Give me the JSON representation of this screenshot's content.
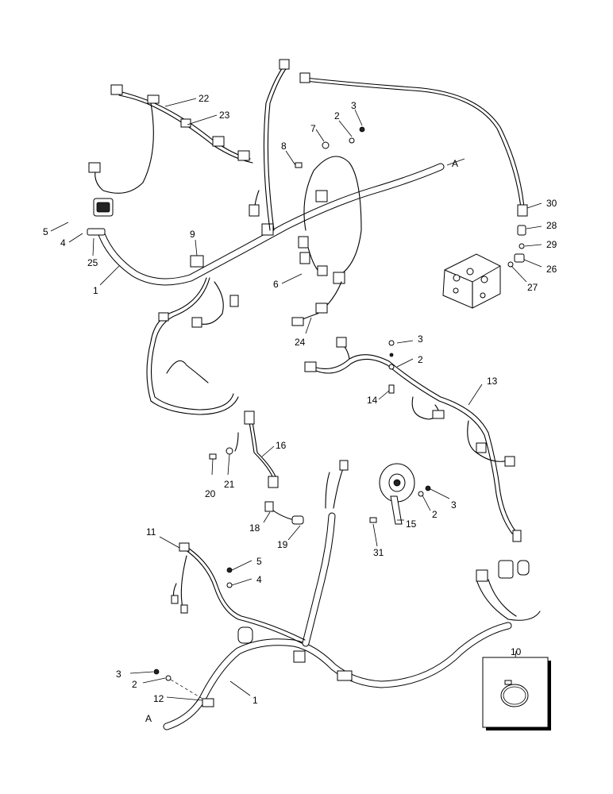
{
  "callouts": [
    {
      "id": "c22",
      "text": "22"
    },
    {
      "id": "c23",
      "text": "23"
    },
    {
      "id": "c2a",
      "text": "2"
    },
    {
      "id": "c3a",
      "text": "3"
    },
    {
      "id": "c7",
      "text": "7"
    },
    {
      "id": "c8",
      "text": "8"
    },
    {
      "id": "cA1",
      "text": "A"
    },
    {
      "id": "c5a",
      "text": "5"
    },
    {
      "id": "c4a",
      "text": "4"
    },
    {
      "id": "c25",
      "text": "25"
    },
    {
      "id": "c9",
      "text": "9"
    },
    {
      "id": "c1a",
      "text": "1"
    },
    {
      "id": "c30",
      "text": "30"
    },
    {
      "id": "c28",
      "text": "28"
    },
    {
      "id": "c29",
      "text": "29"
    },
    {
      "id": "c26",
      "text": "26"
    },
    {
      "id": "c27",
      "text": "27"
    },
    {
      "id": "c6",
      "text": "6"
    },
    {
      "id": "c24",
      "text": "24"
    },
    {
      "id": "c3b",
      "text": "3"
    },
    {
      "id": "c2b",
      "text": "2"
    },
    {
      "id": "c14",
      "text": "14"
    },
    {
      "id": "c13",
      "text": "13"
    },
    {
      "id": "c16",
      "text": "16"
    },
    {
      "id": "c20",
      "text": "20"
    },
    {
      "id": "c21",
      "text": "21"
    },
    {
      "id": "c3c",
      "text": "3"
    },
    {
      "id": "c2c",
      "text": "2"
    },
    {
      "id": "c15",
      "text": "15"
    },
    {
      "id": "c31",
      "text": "31"
    },
    {
      "id": "c18",
      "text": "18"
    },
    {
      "id": "c19",
      "text": "19"
    },
    {
      "id": "c11",
      "text": "11"
    },
    {
      "id": "c5b",
      "text": "5"
    },
    {
      "id": "c4b",
      "text": "4"
    },
    {
      "id": "c3d",
      "text": "3"
    },
    {
      "id": "c2d",
      "text": "2"
    },
    {
      "id": "c12",
      "text": "12"
    },
    {
      "id": "c1b",
      "text": "1"
    },
    {
      "id": "cA2",
      "text": "A"
    },
    {
      "id": "c10",
      "text": "10"
    }
  ]
}
